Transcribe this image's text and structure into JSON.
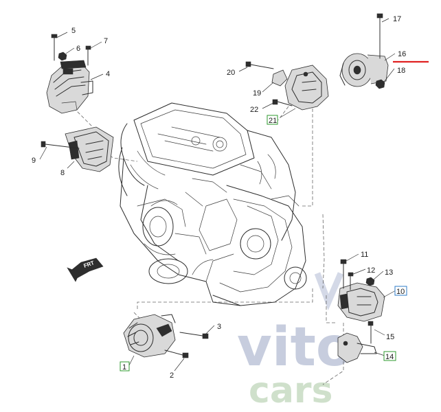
{
  "callouts": {
    "c1": "1",
    "c2": "2",
    "c3": "3",
    "c4": "4",
    "c5": "5",
    "c6": "6",
    "c7": "7",
    "c8": "8",
    "c9": "9",
    "c10": "10",
    "c11": "11",
    "c12": "12",
    "c13": "13",
    "c14": "14",
    "c15": "15",
    "c16": "16",
    "c17": "17",
    "c18": "18",
    "c19": "19",
    "c20": "20",
    "c21": "21",
    "c22": "22"
  },
  "front_arrow": {
    "text": "FRT"
  },
  "watermark": {
    "line1": "vito",
    "line2": "cars"
  },
  "colors": {
    "callout_box_green": "#2e9a2e",
    "callout_box_blue": "#2e7bc8",
    "red_marker": "#e02020"
  }
}
